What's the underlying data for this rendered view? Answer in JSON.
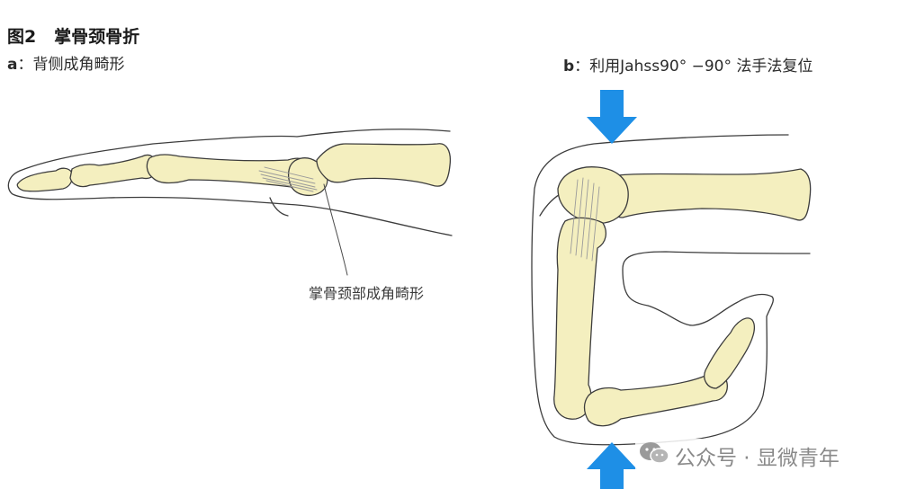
{
  "figure": {
    "number": "图2",
    "title": "掌骨颈骨折"
  },
  "panel_a": {
    "letter": "a",
    "separator": "：",
    "caption": "背侧成角畸形",
    "callout": "掌骨颈部成角畸形"
  },
  "panel_b": {
    "letter": "b",
    "separator": "：",
    "caption": "利用Jahss90° −90° 法手法复位"
  },
  "watermark": {
    "text": "公众号 · 显微青年",
    "icon": "wechat-icon"
  },
  "colors": {
    "bone_fill": "#f4efbf",
    "outline": "#3d3d3d",
    "arrow": "#1e8fe6",
    "text": "#2a2a2a"
  }
}
